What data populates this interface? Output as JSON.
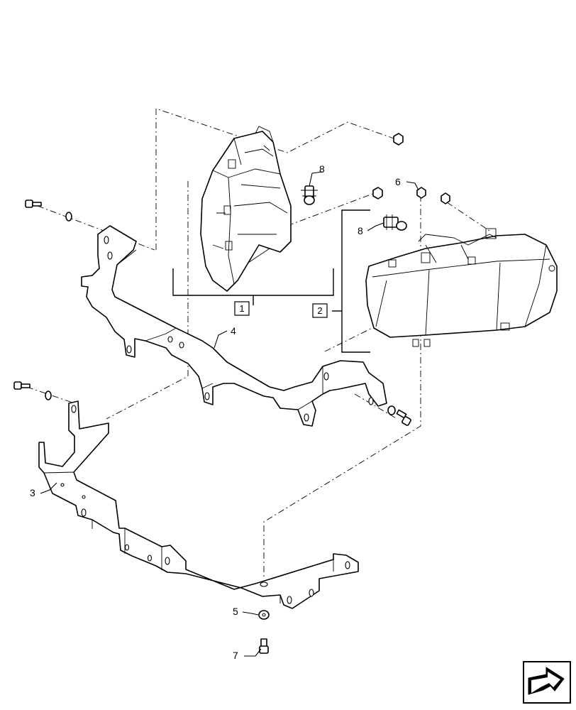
{
  "callouts": {
    "c1": "1",
    "c2": "2",
    "c3": "3",
    "c4": "4",
    "c5": "5",
    "c6": "6",
    "c7": "7",
    "c8a": "8",
    "c8b": "8"
  },
  "navigation_icon": "arrow-icon",
  "colors": {
    "line": "#000000",
    "background": "#ffffff"
  }
}
